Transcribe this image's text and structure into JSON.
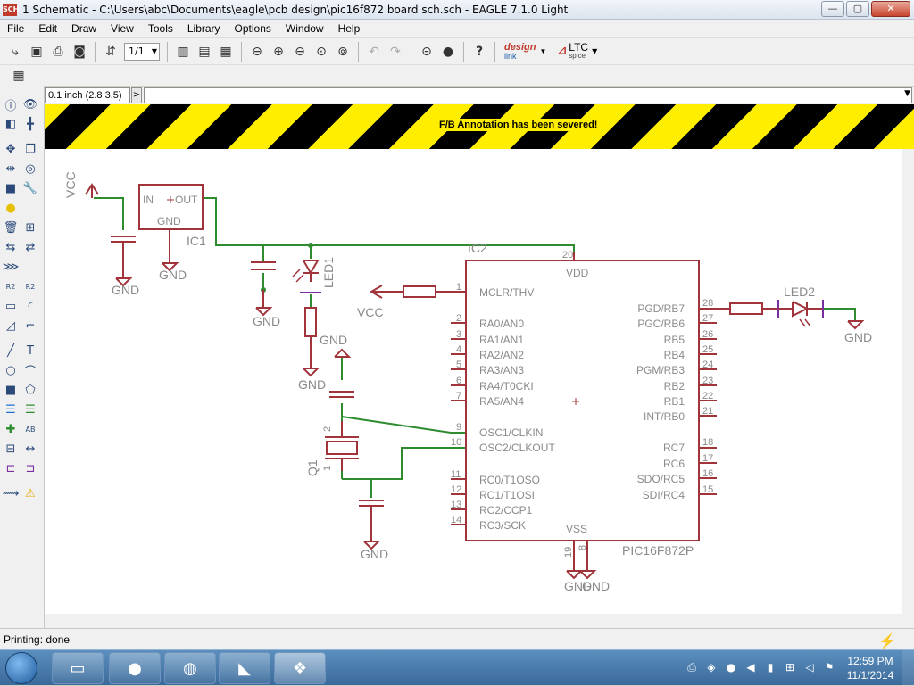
{
  "window": {
    "app_badge": "SCH",
    "title": "1 Schematic - C:\\Users\\abc\\Documents\\eagle\\pcb design\\pic16f872 board sch.sch - EAGLE 7.1.0 Light",
    "min": "—",
    "max": "▢",
    "close": "✕"
  },
  "menu": [
    "File",
    "Edit",
    "Draw",
    "View",
    "Tools",
    "Library",
    "Options",
    "Window",
    "Help"
  ],
  "toolbar": {
    "sheet_select": "1/1",
    "brand_design": "design",
    "brand_link": "link",
    "brand_ltc": "LTC",
    "brand_spice": "spice",
    "help": "?"
  },
  "coord": {
    "display": "0.1 inch (2.8 3.5)",
    "button": ">"
  },
  "banner": {
    "message": "F/B Annotation has been severed!"
  },
  "status": {
    "text": "Printing: done"
  },
  "clock": {
    "time": "12:59 PM",
    "date": "11/1/2014"
  },
  "schematic": {
    "vcc": "VCC",
    "gnd": "GND",
    "ic1": {
      "name": "IC1",
      "in": "IN",
      "out": "OUT",
      "gnd": "GND"
    },
    "ic2": {
      "name": "IC2",
      "value": "PIC16F872P",
      "vdd": "VDD",
      "vss": "VSS",
      "left_pins": [
        {
          "num": "1",
          "name": "MCLR/THV"
        },
        {
          "num": "2",
          "name": "RA0/AN0"
        },
        {
          "num": "3",
          "name": "RA1/AN1"
        },
        {
          "num": "4",
          "name": "RA2/AN2"
        },
        {
          "num": "5",
          "name": "RA3/AN3"
        },
        {
          "num": "6",
          "name": "RA4/T0CKI"
        },
        {
          "num": "7",
          "name": "RA5/AN4"
        },
        {
          "num": "9",
          "name": "OSC1/CLKIN"
        },
        {
          "num": "10",
          "name": "OSC2/CLKOUT"
        },
        {
          "num": "11",
          "name": "RC0/T1OSO"
        },
        {
          "num": "12",
          "name": "RC1/T1OSI"
        },
        {
          "num": "13",
          "name": "RC2/CCP1"
        },
        {
          "num": "14",
          "name": "RC3/SCK"
        }
      ],
      "right_pins": [
        {
          "num": "28",
          "name": "PGD/RB7"
        },
        {
          "num": "27",
          "name": "PGC/RB6"
        },
        {
          "num": "26",
          "name": "RB5"
        },
        {
          "num": "25",
          "name": "RB4"
        },
        {
          "num": "24",
          "name": "PGM/RB3"
        },
        {
          "num": "23",
          "name": "RB2"
        },
        {
          "num": "22",
          "name": "RB1"
        },
        {
          "num": "21",
          "name": "INT/RB0"
        },
        {
          "num": "18",
          "name": "RC7"
        },
        {
          "num": "17",
          "name": "RC6"
        },
        {
          "num": "16",
          "name": "SDO/RC5"
        },
        {
          "num": "15",
          "name": "SDI/RC4"
        }
      ],
      "top_pin": "20",
      "bottom_pin_a": "19",
      "bottom_pin_b": "8"
    },
    "led1": "LED1",
    "led2": "LED2",
    "q1": "Q1",
    "q1_pin1": "1",
    "q1_pin2": "2"
  },
  "colors": {
    "component": "#a0343a",
    "wire": "#2e8b2e",
    "text": "#8a8a8a",
    "banner_yellow": "#ffee00"
  }
}
